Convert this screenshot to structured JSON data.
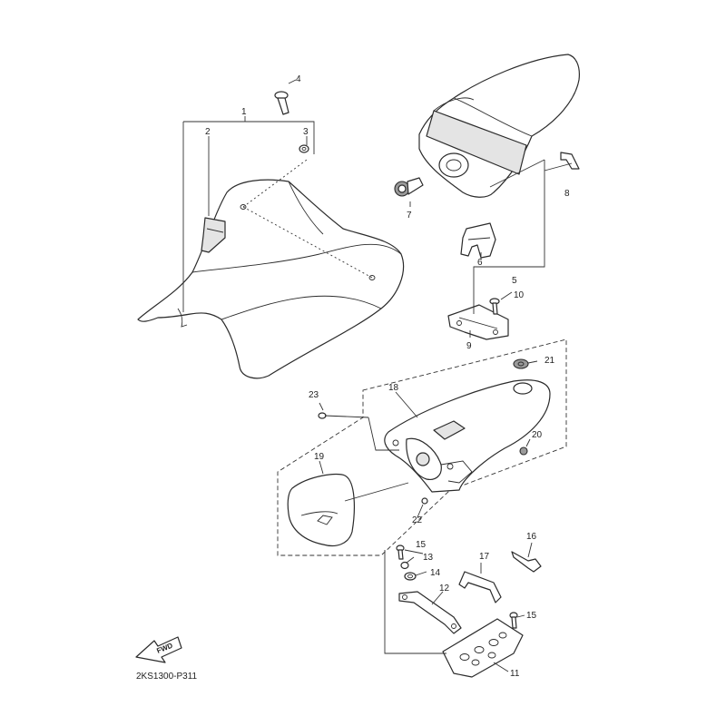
{
  "diagram_code": "2KS1300-P311",
  "fwd_label": "FWD",
  "callouts": {
    "c1": "1",
    "c2": "2",
    "c3": "3",
    "c4": "4",
    "c5": "5",
    "c6": "6",
    "c7": "7",
    "c8": "8",
    "c9": "9",
    "c10": "10",
    "c11": "11",
    "c12": "12",
    "c13": "13",
    "c14": "14",
    "c15a": "15",
    "c15b": "15",
    "c16": "16",
    "c17": "17",
    "c18": "18",
    "c19": "19",
    "c20": "20",
    "c21": "21",
    "c22": "22",
    "c23": "23"
  },
  "icons": {
    "fwd_arrow": "fwd-arrow-icon"
  }
}
